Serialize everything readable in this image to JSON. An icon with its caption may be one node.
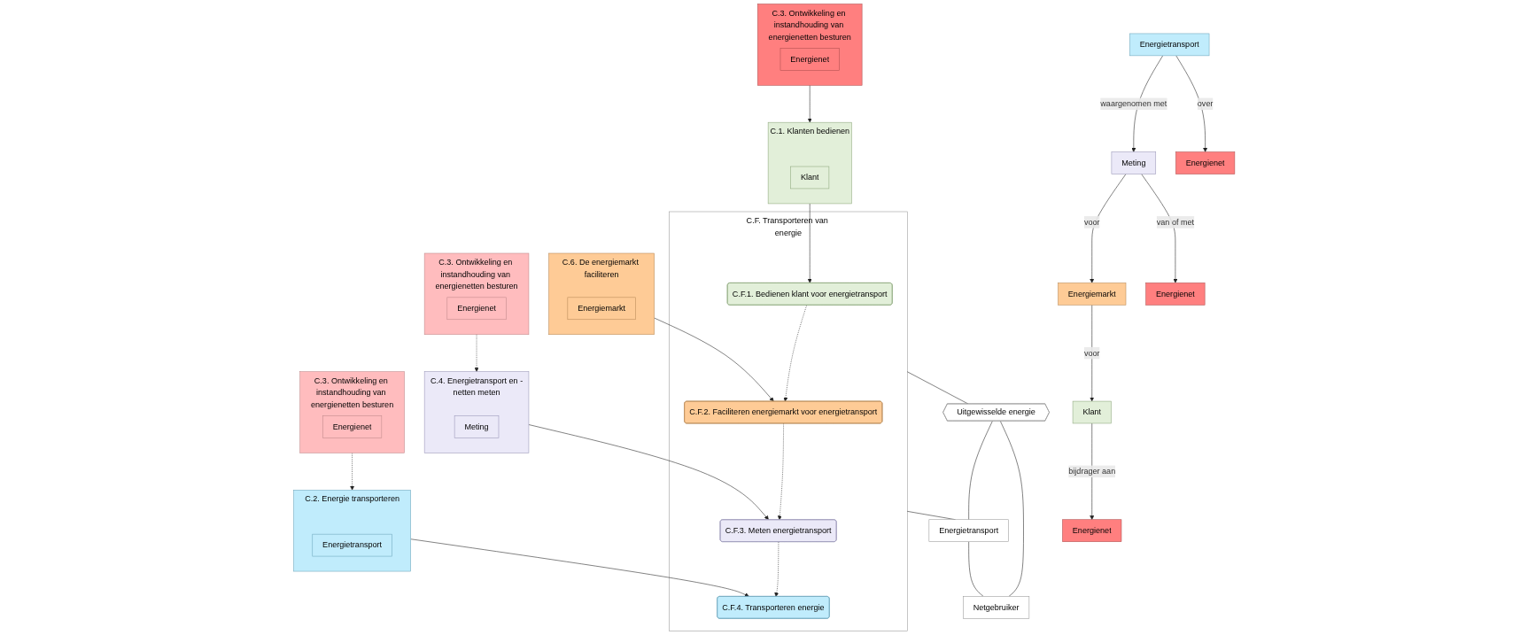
{
  "diagram": {
    "nodes": [
      {
        "text": [
          "C.F. Transporteren van energie"
        ]
      },
      {
        "text": [
          "C.F.1. Bedienen klant voor energietransport"
        ],
        "in": 0
      },
      {
        "text": [
          "C.F.2. Faciliteren energiemarkt voor energietransport"
        ],
        "in": 0
      },
      {
        "text": [
          "C.F.3. Meten energietransport"
        ],
        "in": 0
      },
      {
        "text": [
          "C.F.4. Transporteren energie"
        ],
        "in": 0
      },
      {
        "text": [
          "Uitgewisselde energie"
        ]
      },
      {
        "text": [
          "Energietransport"
        ]
      },
      {
        "text": [
          "Netgebruiker"
        ]
      },
      {
        "text": [
          "C.1. Klanten bedienen"
        ]
      },
      {
        "text": [
          "Klant"
        ],
        "in": 8
      },
      {
        "text": [
          "C.6. De energiemarkt faciliteren"
        ]
      },
      {
        "text": [
          "Energiemarkt"
        ],
        "in": 10
      },
      {
        "text": [
          "C.4. Energietransport en -netten meten"
        ]
      },
      {
        "text": [
          "Meting"
        ],
        "in": 12
      },
      {
        "text": [
          "C.2. Energie transporteren"
        ]
      },
      {
        "text": [
          "Energietransport"
        ],
        "in": 14
      },
      {
        "text": [
          "C.3. Ontwikkeling en instandhouding van energienetten besturen"
        ]
      },
      {
        "text": [
          "Energienet"
        ],
        "in": 16
      },
      {
        "text": [
          "C.3. Ontwikkeling en instandhouding van energienetten besturen"
        ]
      },
      {
        "text": [
          "Energienet"
        ],
        "in": 18
      },
      {
        "text": [
          "C.3. Ontwikkeling en instandhouding van energienetten besturen"
        ]
      },
      {
        "text": [
          "Energienet"
        ],
        "in": 20
      },
      {
        "text": [
          "Klant"
        ]
      },
      {
        "text": [
          "Energiemarkt"
        ]
      },
      {
        "text": [
          "Meting"
        ]
      },
      {
        "text": [
          "Energietransport"
        ]
      },
      {
        "text": [
          "Energienet"
        ]
      },
      {
        "text": [
          "Energienet"
        ]
      },
      {
        "text": [
          "Energienet"
        ]
      }
    ],
    "edges": [
      {
        "from": 1,
        "to": 2,
        "arrow": "to",
        "style": "dashed"
      },
      {
        "from": 2,
        "to": 3,
        "arrow": "to",
        "style": "dashed"
      },
      {
        "from": 3,
        "to": 4,
        "arrow": "to",
        "style": "dashed"
      },
      {
        "from": 0,
        "to": 5,
        "arrow": "none"
      },
      {
        "from": 0,
        "to": 6,
        "arrow": "none"
      },
      {
        "from": 5,
        "to": 6,
        "arrow": "none"
      },
      {
        "from": 5,
        "to": 7,
        "arrow": "none"
      },
      {
        "from": 6,
        "to": 7,
        "arrow": "none"
      },
      {
        "from": 8,
        "to": 1,
        "arrow": "to"
      },
      {
        "from": 10,
        "to": 2,
        "arrow": "to"
      },
      {
        "from": 12,
        "to": 3,
        "arrow": "to"
      },
      {
        "from": 14,
        "to": 4,
        "arrow": "to"
      },
      {
        "from": 16,
        "to": 8,
        "arrow": "to"
      },
      {
        "from": 18,
        "to": 12,
        "arrow": "to",
        "style": "dashed"
      },
      {
        "from": 20,
        "to": 14,
        "arrow": "to",
        "style": "dashed"
      },
      {
        "from": 23,
        "to": 22,
        "arrow": "to",
        "label": "voor"
      },
      {
        "from": 24,
        "to": 23,
        "arrow": "to",
        "label": "voor"
      },
      {
        "from": 25,
        "to": 24,
        "arrow": "to",
        "label": "waargenomen met"
      },
      {
        "from": 22,
        "to": 26,
        "arrow": "to",
        "label": "bijdrager aan"
      },
      {
        "from": 24,
        "to": 27,
        "arrow": "to",
        "label": "van of met"
      },
      {
        "from": 25,
        "to": 28,
        "arrow": "to",
        "label": "over"
      }
    ]
  }
}
